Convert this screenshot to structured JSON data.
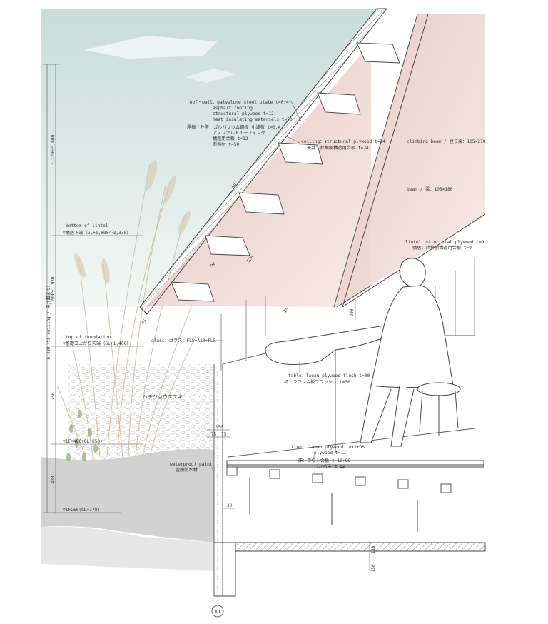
{
  "annotations": {
    "roof_wall": {
      "lines": [
        "roof・wall：galvalume steel plate t=0.4",
        "asphalt roofing",
        "structural plywood t=12",
        "heat insulating materiels t=50",
        "屋根・外壁：ガルバリウム鋼板 小波板 t=0.4",
        "アスファルトルーフィング",
        "構造用合板 t=12",
        "断熱材 t=50"
      ]
    },
    "ceiling": {
      "lines": [
        "ceiling：structural plywood t=24",
        "天井：針葉樹構造用合板 t=24"
      ]
    },
    "climbing_beam": "climbing beam / 登り梁：105×270",
    "beam": "beam / 梁：105×180",
    "lintel": {
      "lines": [
        "lintel：structural plywood t=9",
        "鴨居：針葉樹構造用合板 t=9"
      ]
    },
    "glass": "glass：ガラス：FL5+A10+FL5",
    "table": {
      "lines": [
        "table：lauan plywood flush t=30",
        "机：ラワン合板フラッシュ t=30"
      ]
    },
    "grass": "ハチジョウススキ",
    "floor": {
      "lines": [
        "floor：lauan plywood t=12+OS",
        "plywood t=12",
        "床：ラワン合板 t=12+OS",
        "コンパネ t=12"
      ]
    },
    "waterproof": {
      "lines": [
        "waterproof paint",
        "塗膜防水材"
      ]
    },
    "bottom_of_lintel": {
      "lines": [
        "bottom of lintel",
        "▽鴨居下端（GL+1,800～3,330）"
      ]
    },
    "top_of_foundation": {
      "lines": [
        "top of foundation",
        "▽基礎立上がり天端（GL+1,400）"
      ]
    },
    "level_1f_top": "▽1F+480(GL+650)",
    "level_1fl": "▽1FL±0(GL+170)"
  },
  "dimensions": {
    "total_height": "6,430（to ceiling / 天井面まで）",
    "upper": "3,270～5,600",
    "middle": "200～1,930",
    "dim_750": "750",
    "dim_480": "480",
    "dim_150": "150",
    "dim_75a": "75",
    "dim_75b": "75",
    "dim_30": "30",
    "dim_90": "90",
    "dim_200": "200",
    "dim_120": "120",
    "dim_180": "180",
    "dim_150b": "150",
    "dim_45": "45",
    "dim_50": "50",
    "dim_15": "15"
  },
  "grid_marker": "X1",
  "colors": {
    "sky_top": "#c7dcd9",
    "sky_bottom": "#eef4f1",
    "ceiling_pink": "#e9c8c2",
    "line": "#444444",
    "dim_line": "#555555",
    "ground": "#cfcfcf",
    "grass_green": "#7fa664"
  }
}
